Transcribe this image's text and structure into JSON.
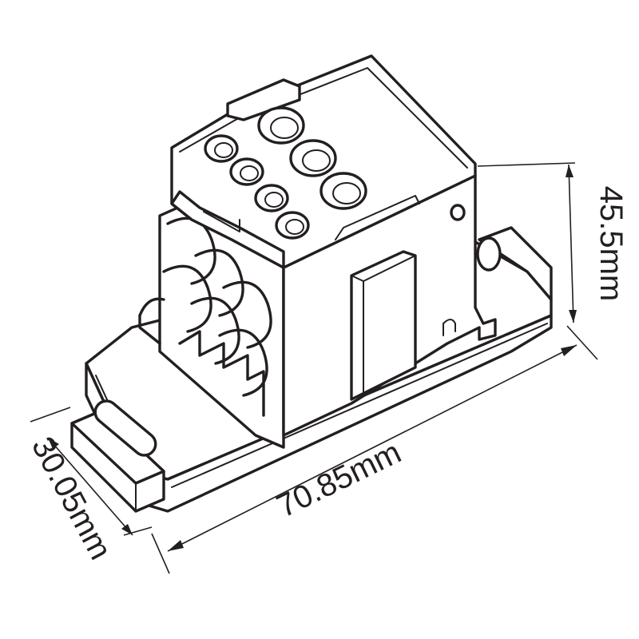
{
  "dimensions": {
    "length": "70.85mm",
    "width": "30.05mm",
    "height": "45.5mm"
  },
  "colors": {
    "stroke": "#231f20",
    "background": "#ffffff"
  }
}
